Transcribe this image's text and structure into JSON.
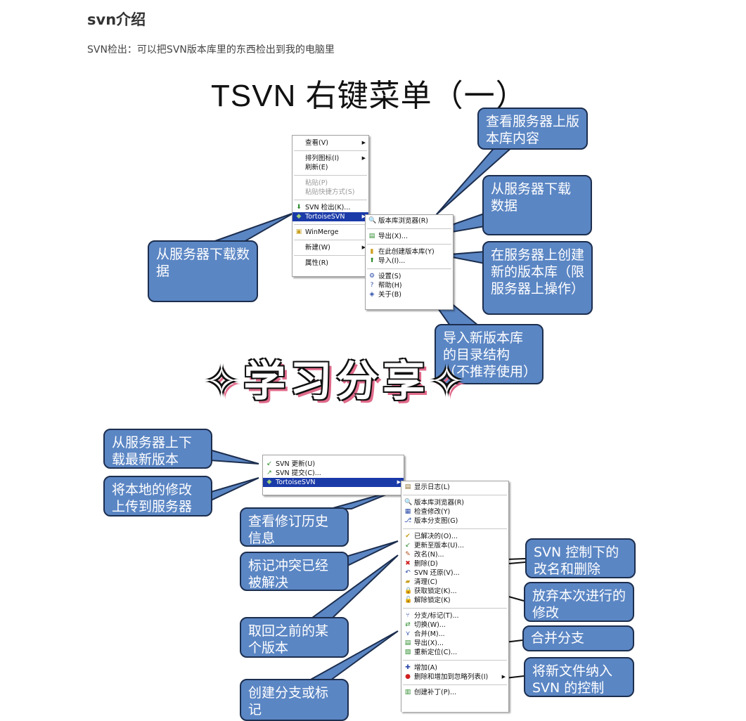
{
  "article": {
    "heading": "svn介绍",
    "description": "SVN检出：可以把SVN版本库里的东西检出到我的电脑里"
  },
  "slide1": {
    "title": "TSVN 右键菜单（一）",
    "main_menu": {
      "view": "查看(V)",
      "arrange": "排列图标(I)",
      "refresh": "刷新(E)",
      "paste": "粘贴(P)",
      "paste_shortcut": "粘贴快捷方式(S)",
      "checkout": "SVN 检出(K)...",
      "tortoise": "TortoiseSVN",
      "winmerge": "WinMerge",
      "new": "新建(W)",
      "properties": "属性(R)"
    },
    "sub_menu": {
      "repo_browser": "版本库浏览器(R)",
      "export": "导出(X)...",
      "create_repo": "在此创建版本库(Y)",
      "import": "导入(I)...",
      "settings": "设置(S)",
      "help": "帮助(H)",
      "about": "关于(B)"
    },
    "callouts": {
      "view_server": "查看服务器上版本库内容",
      "download_right": "从服务器下载数据",
      "download_left": "从服务器下载数据",
      "create_server": "在服务器上创建新的版本库（限服务器上操作）",
      "import_new": "导入新版本库的目录结构（不推荐使用）"
    }
  },
  "watermark": "✧学习分享✧",
  "slide2": {
    "left_menu": {
      "update": "SVN 更新(U)",
      "commit": "SVN 提交(C)...",
      "tortoise": "TortoiseSVN"
    },
    "sub_menu": {
      "show_log": "显示日志(L)",
      "repo_browser": "版本库浏览器(R)",
      "check_mod": "检查修改(Y)",
      "revision_graph": "版本分支图(G)",
      "resolved": "已解决的(O)...",
      "update_rev": "更新至版本(U)...",
      "rename": "改名(N)...",
      "delete": "删除(D)",
      "revert": "SVN 还原(V)...",
      "cleanup": "清理(C)",
      "get_lock": "获取锁定(K)...",
      "release_lock": "解除锁定(K)",
      "branch_tag": "分支/标记(T)...",
      "switch": "切换(W)...",
      "merge": "合并(M)...",
      "export": "导出(X)...",
      "relocate": "重新定位(C)...",
      "add": "增加(A)",
      "ignore": "删除和增加到忽略列表(I)",
      "create_patch": "创建补丁(P)..."
    },
    "callouts": {
      "download_latest": "从服务器上下载最新版本",
      "upload_local": "将本地的修改上传到服务器",
      "view_history": "查看修订历史信息",
      "mark_resolved": "标记冲突已经被解决",
      "get_previous": "取回之前的某个版本",
      "create_branch": "创建分支或标记",
      "rename_delete": "SVN 控制下的改名和删除",
      "revert_changes": "放弃本次进行的修改",
      "merge_branch": "合并分支",
      "add_new": "将新文件纳入SVN 的控制"
    }
  },
  "colors": {
    "callout_fill": "#5b86c4",
    "callout_border": "#1c2e4e",
    "menu_highlight": "#1a3aa8",
    "watermark_shadow": "#e06a8a"
  }
}
